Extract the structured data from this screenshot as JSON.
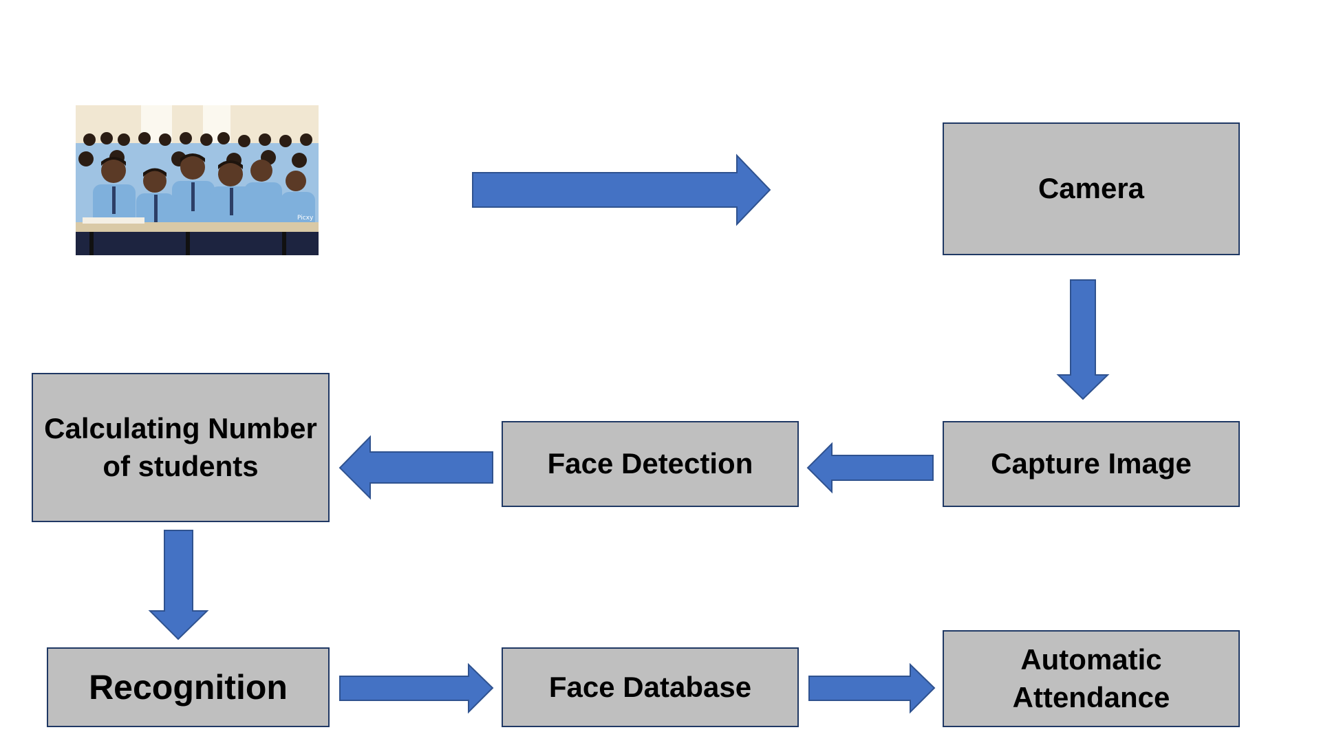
{
  "diagram": {
    "nodes": {
      "camera": "Camera",
      "capture_image": "Capture Image",
      "face_detection": "Face Detection",
      "calculating": [
        "Calculating Number",
        "of students"
      ],
      "recognition": "Recognition",
      "face_database": "Face Database",
      "automatic_attendance": [
        "Automatic",
        "Attendance"
      ]
    },
    "photo": {
      "description_icon": "classroom-students-photo",
      "watermark": "Picxy"
    },
    "flow": [
      {
        "from": "photo",
        "to": "camera"
      },
      {
        "from": "camera",
        "to": "capture_image"
      },
      {
        "from": "capture_image",
        "to": "face_detection"
      },
      {
        "from": "face_detection",
        "to": "calculating"
      },
      {
        "from": "calculating",
        "to": "recognition"
      },
      {
        "from": "recognition",
        "to": "face_database"
      },
      {
        "from": "face_database",
        "to": "automatic_attendance"
      }
    ]
  },
  "colors": {
    "box_fill": "#bfbfbf",
    "box_border": "#1f3864",
    "arrow_fill": "#4472c4",
    "arrow_stroke": "#2f528f",
    "shirt_blue": "#7fb0dc",
    "wall": "#e9dcc2"
  }
}
